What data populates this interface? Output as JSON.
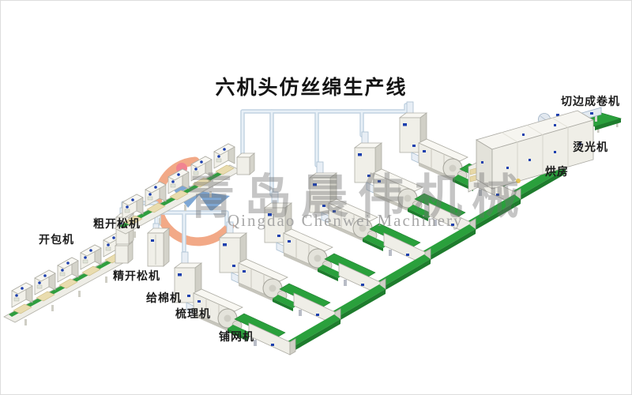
{
  "title": "六机头仿丝绵生产线",
  "watermark": {
    "zh": "青岛晨伟机械",
    "en": "Qingdao Chenwei Machinery"
  },
  "machine_labels": {
    "bale_opener": "开包机",
    "coarse_opening_machine": "粗开松机",
    "fine_opening_machine": "精开松机",
    "cotton_feeder": "给棉机",
    "carding_machine": "梳理机",
    "web_laying_machine": "铺网机",
    "drying_room": "烘房",
    "glazing_machine": "烫光机",
    "edge_trimming_winder": "切边成卷机"
  },
  "diagram": {
    "production_line_count": 6,
    "bale_opener_rows": 2,
    "bale_opener_units_per_row": 5
  },
  "colors": {
    "background": "#ffffff",
    "conveyor_green": "#2aa03c",
    "conveyor_green_dark": "#1e7c2d",
    "machine_body": "#f0efe8",
    "machine_shadow": "#d0cfc6",
    "accent_blue": "#1c3fae",
    "pipe_fill": "#e8f0f7",
    "pipe_edge": "#c2d3e2",
    "cream": "#e8d8a6",
    "logo_orange": "#ef9266",
    "logo_blue": "#5b8fc9",
    "logo_red": "#ee6173",
    "watermark_gray": "#8a8a8a",
    "label_text": "#1b1b1b"
  }
}
